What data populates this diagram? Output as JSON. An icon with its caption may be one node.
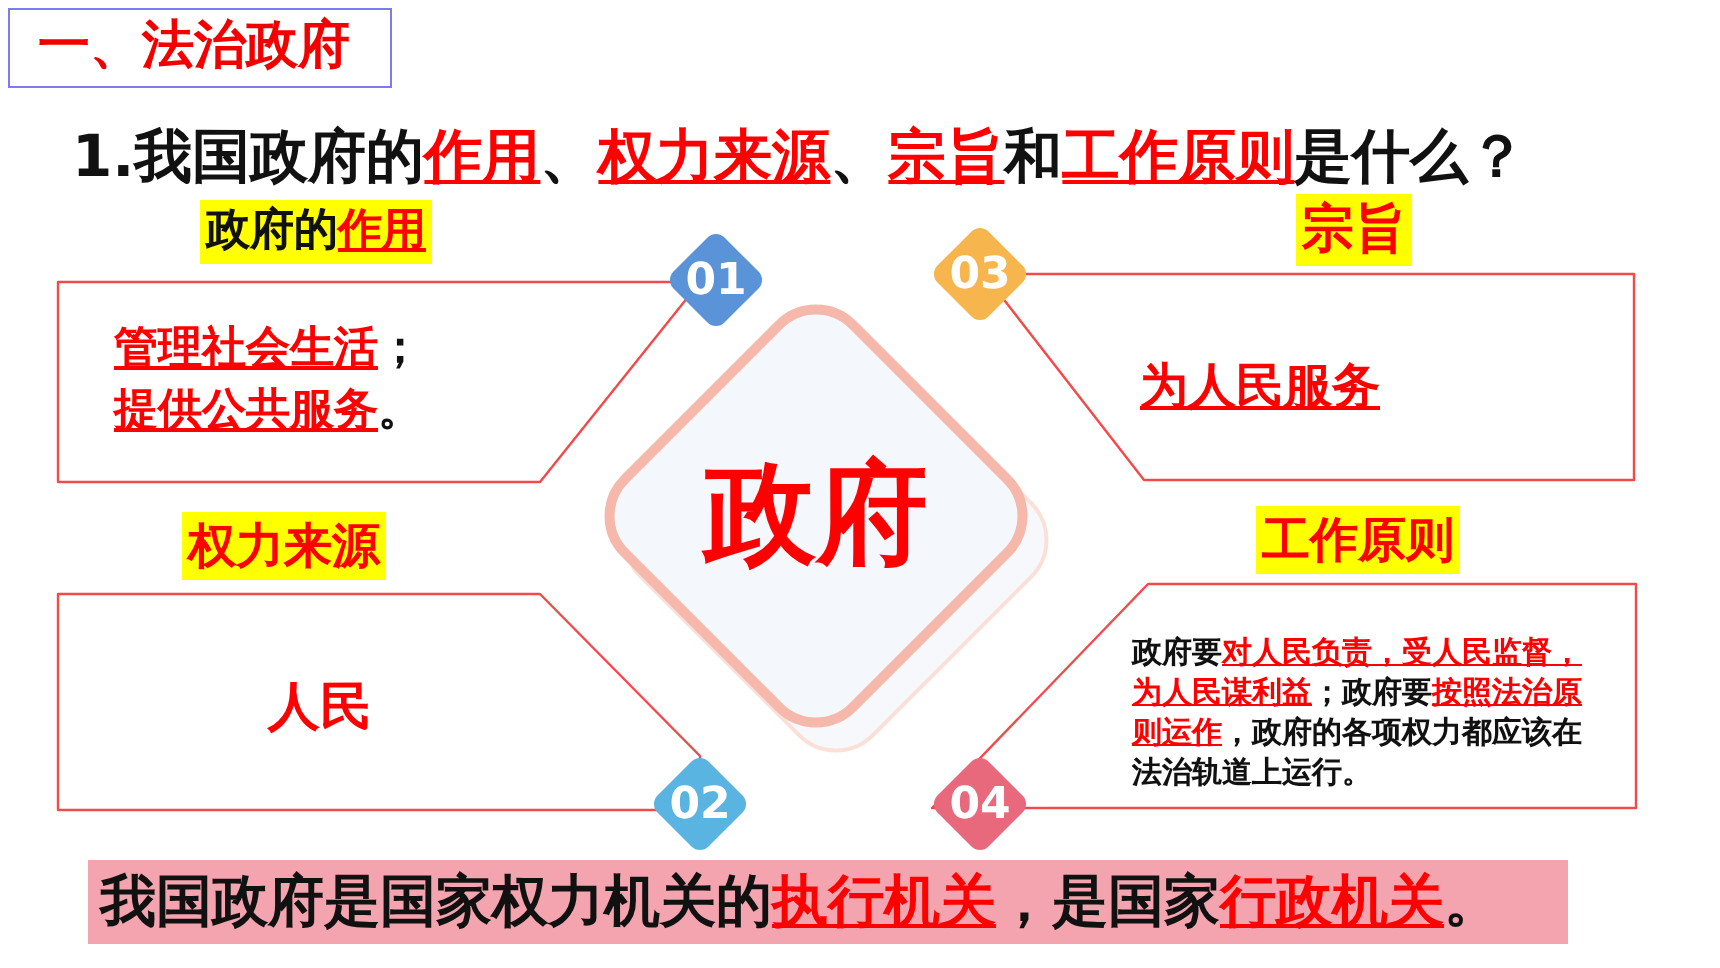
{
  "diagram": {
    "title": "一、法治政府",
    "nodes": [
      {
        "text": [
          "政府的**作用**",
          "**管理社会生活**；**提供公共服务**。"
        ]
      },
      {
        "text": [
          "01"
        ]
      },
      {
        "text": [
          "03"
        ]
      },
      {
        "text": [
          "宗旨",
          "为人民服务"
        ]
      },
      {
        "text": [
          "政府"
        ]
      },
      {
        "text": [
          "权力来源",
          "人民"
        ]
      },
      {
        "text": [
          "工作原则",
          "政府要**对人民负责，受人民监督，为人民谋利益**；政府要**按照法治原则运作**，政府的各项权力都应该在法治轨道上运行。"
        ]
      },
      {
        "text": [
          "02"
        ]
      },
      {
        "text": [
          "04"
        ]
      },
      {
        "text": [
          "我国政府是国家权力机关的**执行机关**，是国家**行政机关**。"
        ]
      }
    ],
    "labels": [
      "1.我国政府的**作用**、**权力来源**、**宗旨**和**工作原则**是什么？"
    ]
  }
}
